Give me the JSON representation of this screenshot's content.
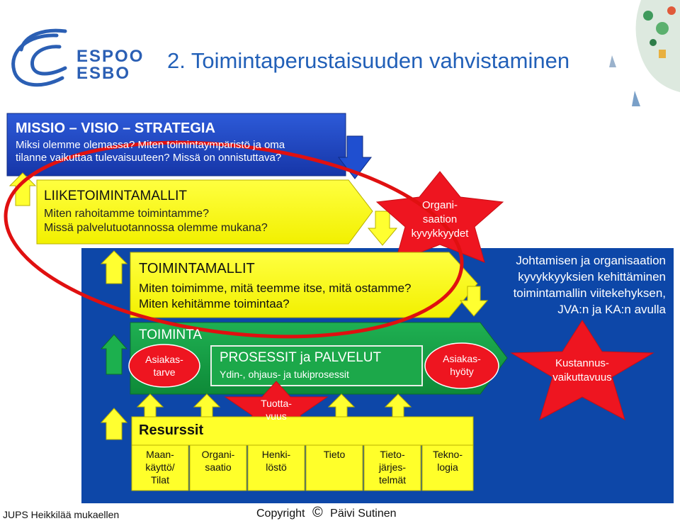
{
  "logo": {
    "line1": "ESPOO",
    "line2": "ESBO"
  },
  "title": "2. Toimintaperustaisuuden vahvistaminen",
  "mission": {
    "heading": "MISSIO – VISIO – STRATEGIA",
    "line1": "Miksi olemme olemassa? Miten toimintaympäristö ja oma",
    "line2": "tilanne vaikuttaa tulevaisuuteen? Missä on onnistuttava?"
  },
  "business_models": {
    "heading": "LIIKETOIMINTAMALLIT",
    "line1": "Miten rahoitamme toimintamme?",
    "line2": "Missä palvelutuotannossa olemme mukana?"
  },
  "org_capabilities_star": {
    "line1": "Organi-",
    "line2": "saation",
    "line3": "kyvykkyydet"
  },
  "operating_models": {
    "heading": "TOIMINTAMALLIT",
    "line1": "Miten toimimme, mitä teemme itse, mitä ostamme?",
    "line2": "Miten kehitämme toimintaa?"
  },
  "management_text": {
    "line1": "Johtamisen ja organisaation",
    "line2": "kyvykkyyksien kehittäminen",
    "line3": "toimintamallin viitekehyksen,",
    "line4": "JVA:n ja KA:n avulla"
  },
  "operation": {
    "heading": "TOIMINTA",
    "customer_need": {
      "line1": "Asiakas-",
      "line2": "tarve"
    },
    "processes": {
      "heading": "PROSESSIT ja PALVELUT",
      "sub": "Ydin-, ohjaus- ja tukiprosessit"
    },
    "customer_benefit": {
      "line1": "Asiakas-",
      "line2": "hyöty"
    }
  },
  "cost_star": {
    "line1": "Kustannus-",
    "line2": "vaikuttavuus"
  },
  "productivity_star": {
    "line1": "Tuotta-",
    "line2": "vuus"
  },
  "resources": {
    "heading": "Resurssit",
    "items": [
      {
        "lines": [
          "Maan-",
          "käyttö/",
          "Tilat"
        ]
      },
      {
        "lines": [
          "Organi-",
          "saatio"
        ]
      },
      {
        "lines": [
          "Henki-",
          "löstö"
        ]
      },
      {
        "lines": [
          "Tieto"
        ]
      },
      {
        "lines": [
          "Tieto-",
          "järjes-",
          "telmät"
        ]
      },
      {
        "lines": [
          "Tekno-",
          "logia"
        ]
      }
    ]
  },
  "footer": {
    "left": "JUPS Heikkilää mukaellen",
    "copyright": "Copyright",
    "copyright_symbol": "©",
    "author": "Päivi Sutinen"
  },
  "colors": {
    "blue_panel": "#0d47a8",
    "box_blue": "#1a45c4",
    "box_yellow": "#ffff1e",
    "box_green": "#169e45",
    "star_red": "#ee1520",
    "ellipse_red": "#e01010",
    "logo_blue": "#2b5fb4"
  }
}
